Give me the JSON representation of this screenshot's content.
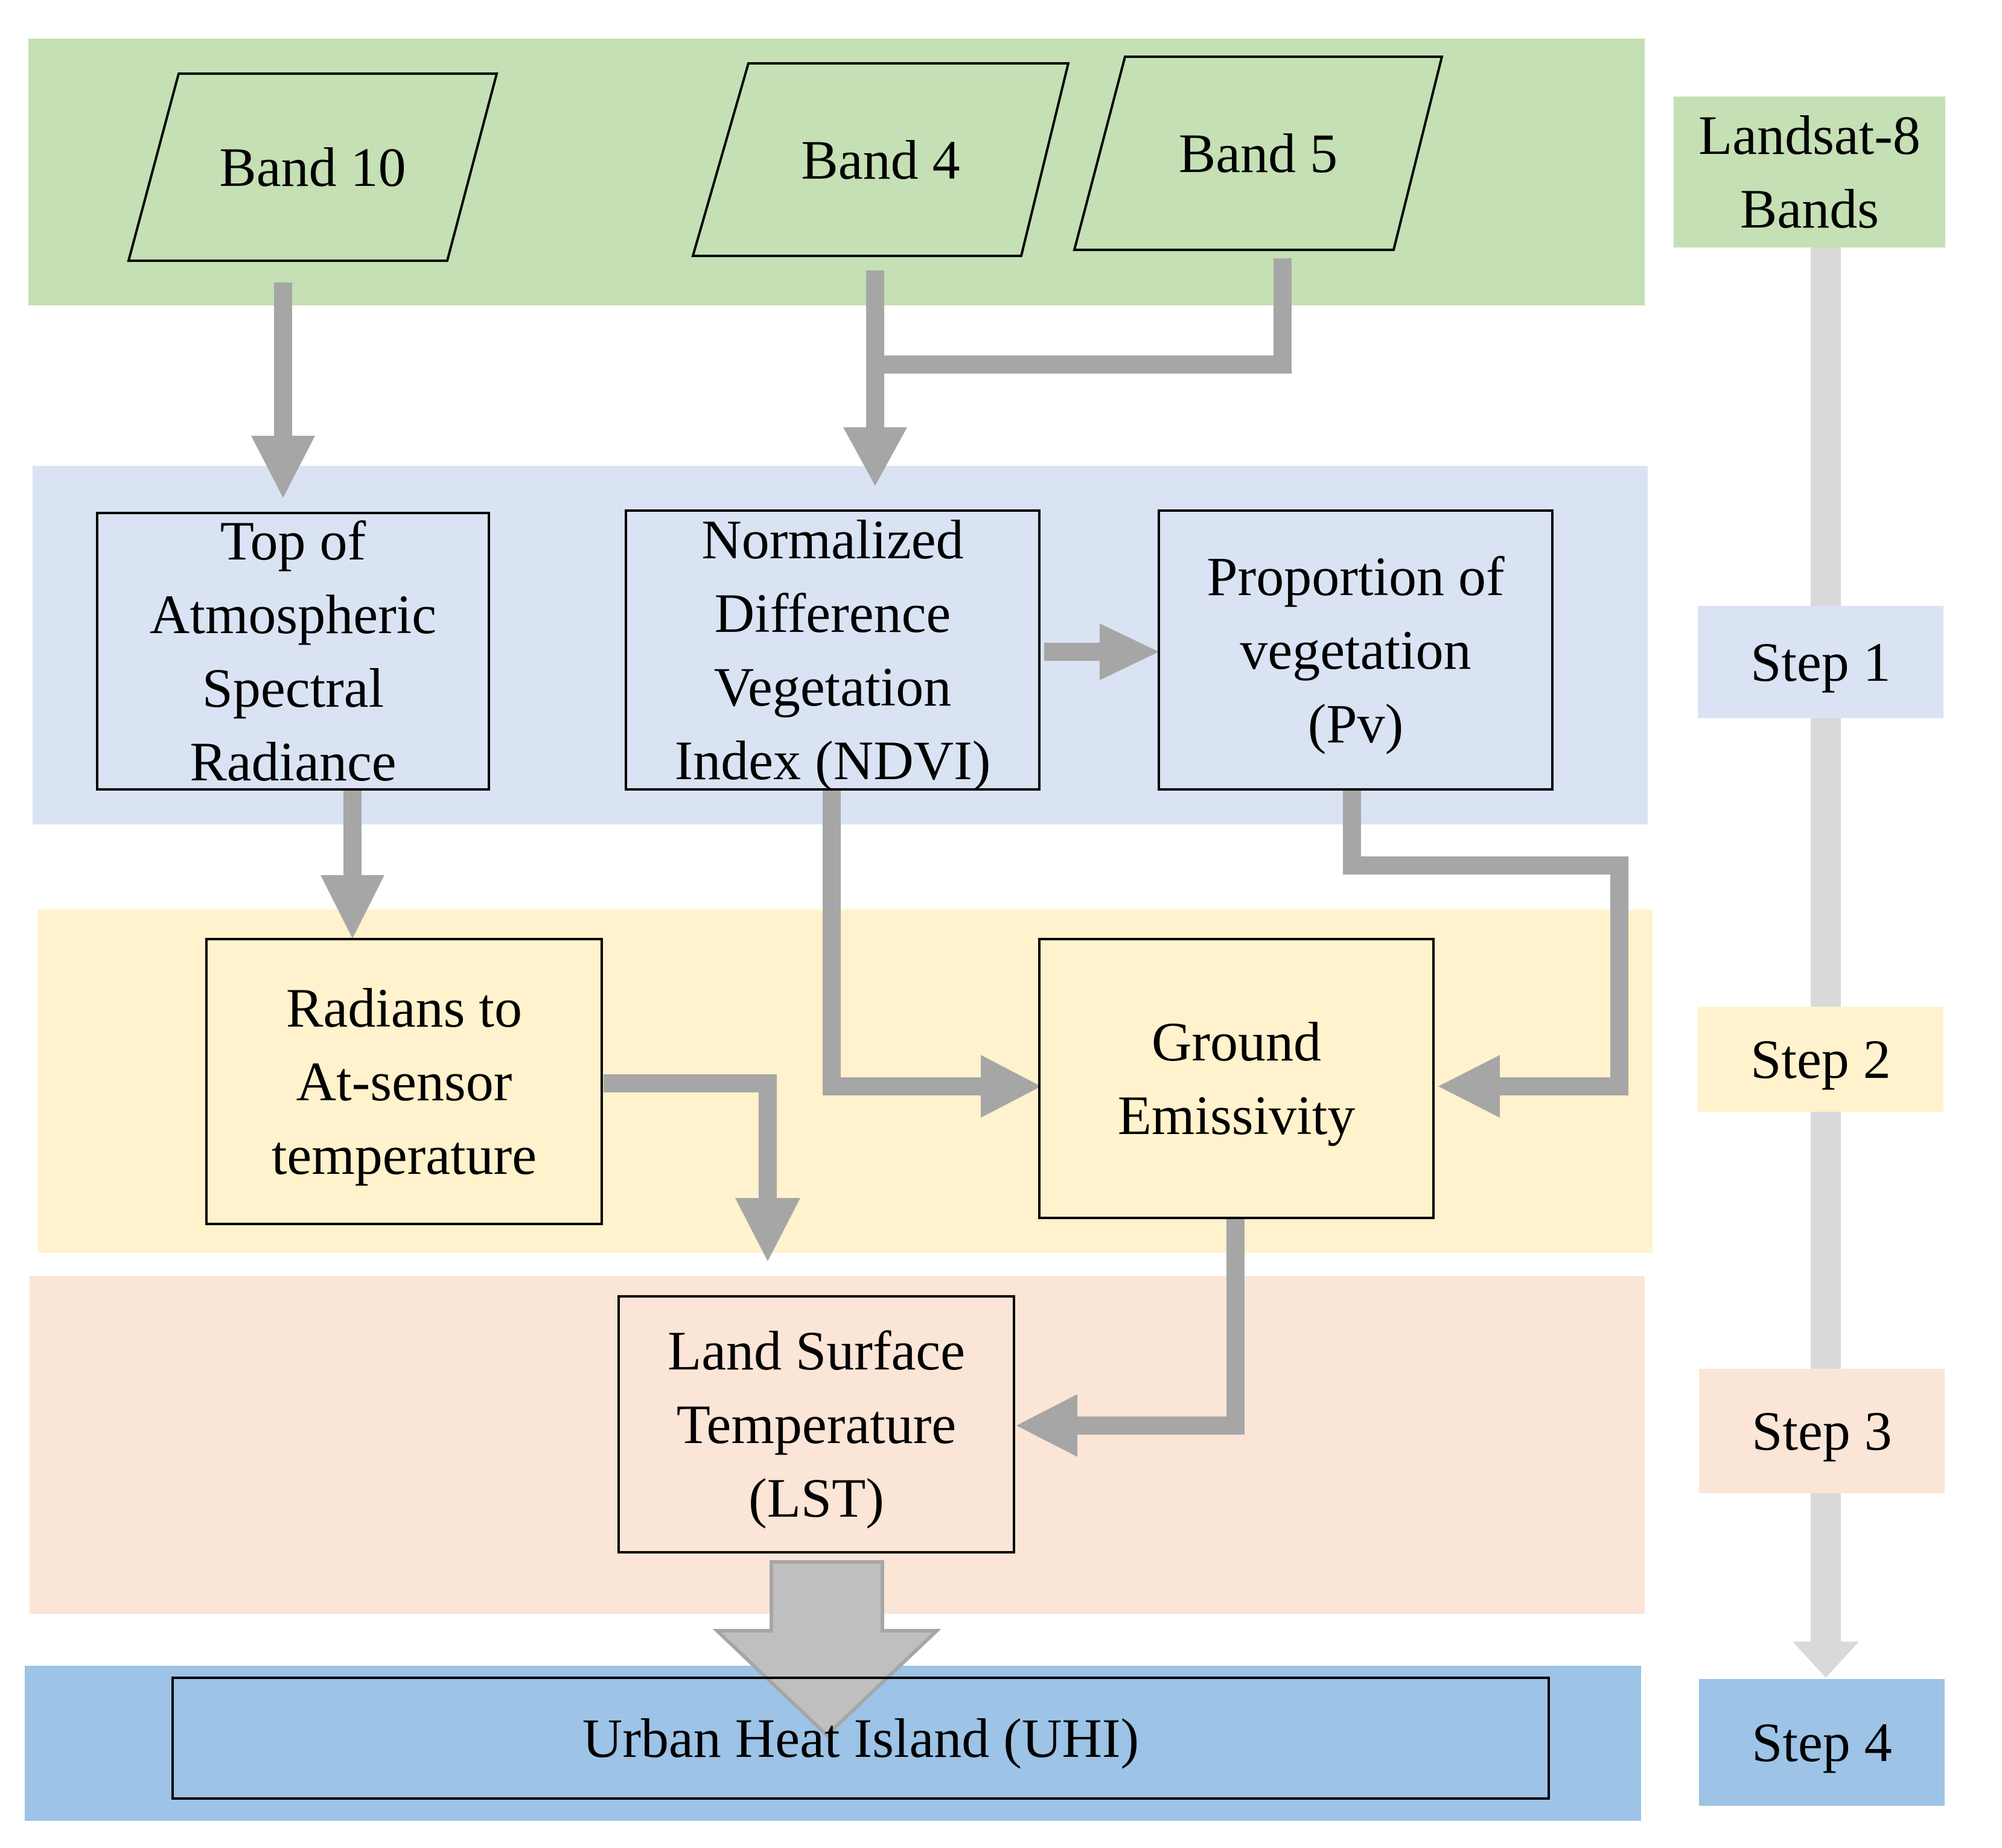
{
  "colors": {
    "bands_fill": "#c5e0b4",
    "step1_fill": "#dae3f3",
    "step2_fill": "#fff2cc",
    "step3_fill": "#fbe5d6",
    "step4_fill": "#9dc3e6",
    "arrow": "#a6a6a6",
    "timeline": "#d9d9d9",
    "big_arrow": "#bfbfbf",
    "outline": "#000000"
  },
  "inputs": {
    "band10": "Band 10",
    "band4": "Band 4",
    "band5": "Band 5"
  },
  "step1": {
    "toa_lines": [
      "Top of",
      "Atmospheric",
      "Spectral",
      "Radiance"
    ],
    "ndvi_lines": [
      "Normalized",
      "Difference",
      "Vegetation",
      "Index (NDVI)"
    ],
    "pv_lines": [
      "Proportion of",
      "vegetation",
      "(Pv)"
    ]
  },
  "step2": {
    "bt_lines": [
      "Radians to",
      "At-sensor",
      "temperature"
    ],
    "emissivity_lines": [
      "Ground",
      "Emissivity"
    ]
  },
  "step3": {
    "lst_lines": [
      "Land Surface",
      "Temperature",
      "(LST)"
    ]
  },
  "step4": {
    "uhi": "Urban Heat Island (UHI)"
  },
  "timeline": {
    "bands_lines": [
      "Landsat-8",
      "Bands"
    ],
    "step1": "Step 1",
    "step2": "Step 2",
    "step3": "Step 3",
    "step4": "Step 4"
  }
}
